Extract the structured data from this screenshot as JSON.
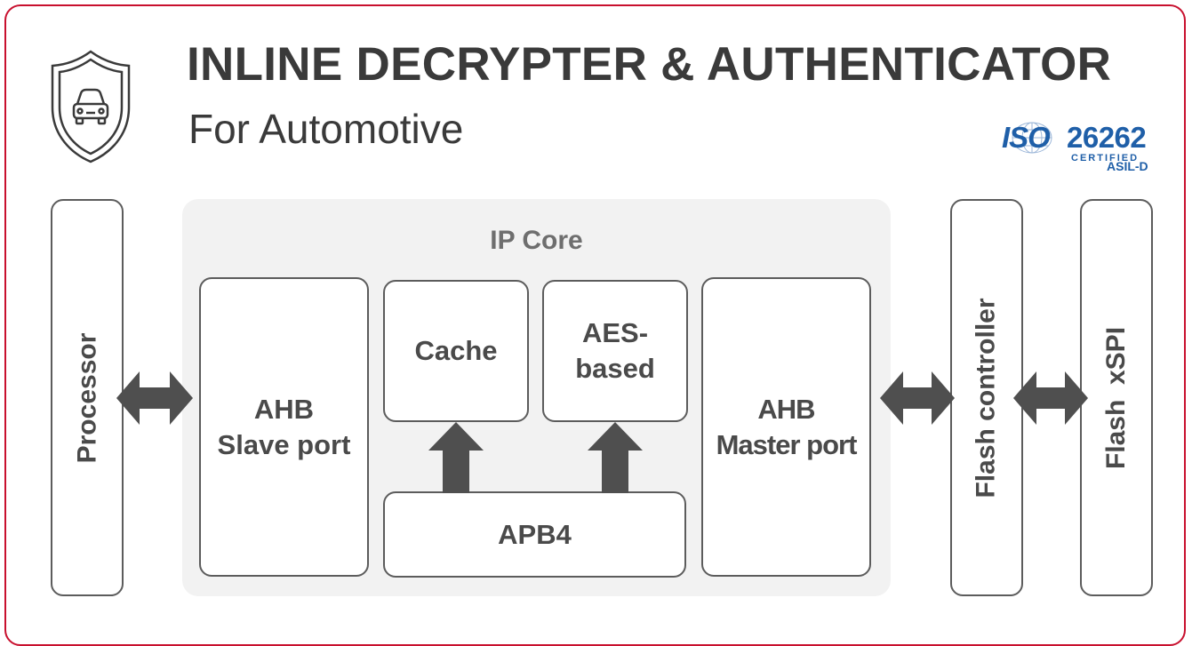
{
  "header": {
    "title": "INLINE DECRYPTER & AUTHENTICATOR",
    "subtitle": "For Automotive"
  },
  "badge": {
    "iso_word": "ISO",
    "iso_number": "26262",
    "certified": "CERTIFIED",
    "asil": "ASIL-D"
  },
  "diagram": {
    "processor": "Processor",
    "ip_core_label": "IP Core",
    "ahb_slave": [
      "AHB",
      "Slave port"
    ],
    "cache": "Cache",
    "aes": [
      "AES-",
      "based"
    ],
    "apb4": "APB4",
    "ahb_master": [
      "AHB",
      "Master port"
    ],
    "flash_controller": "Flash controller",
    "flash_xspi": "Flash  xSPI"
  },
  "colors": {
    "frame": "#c8102e",
    "box_border": "#5c5c5c",
    "arrow": "#4f4f4f",
    "core_background": "#f2f2f2",
    "iso_blue": "#1f5fa8"
  },
  "icons": [
    "shield-car-icon",
    "globe-icon"
  ]
}
